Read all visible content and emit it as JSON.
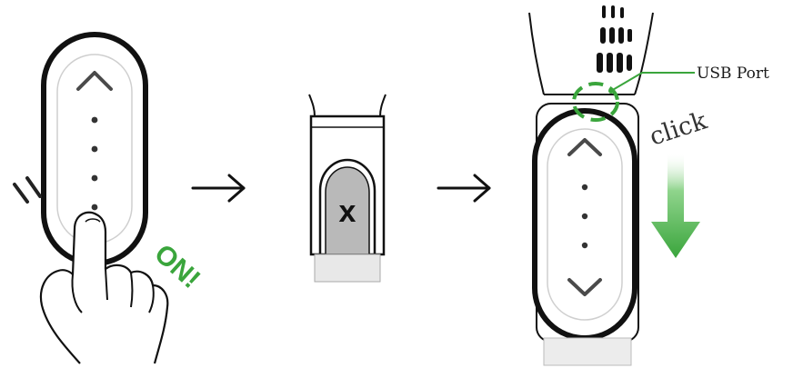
{
  "labels": {
    "on": "ON!",
    "click": "click",
    "usb_port": "USB Port",
    "charger_mark": "x"
  },
  "colors": {
    "accent_green": "#3aa53c",
    "stroke": "#222222",
    "chevron": "#4a4a4a",
    "socket_gray": "#b9b9b9"
  },
  "icons": [
    "chevron-up-icon",
    "chevron-down-icon",
    "arrow-right-icon",
    "green-down-arrow-icon",
    "hand-icon"
  ]
}
